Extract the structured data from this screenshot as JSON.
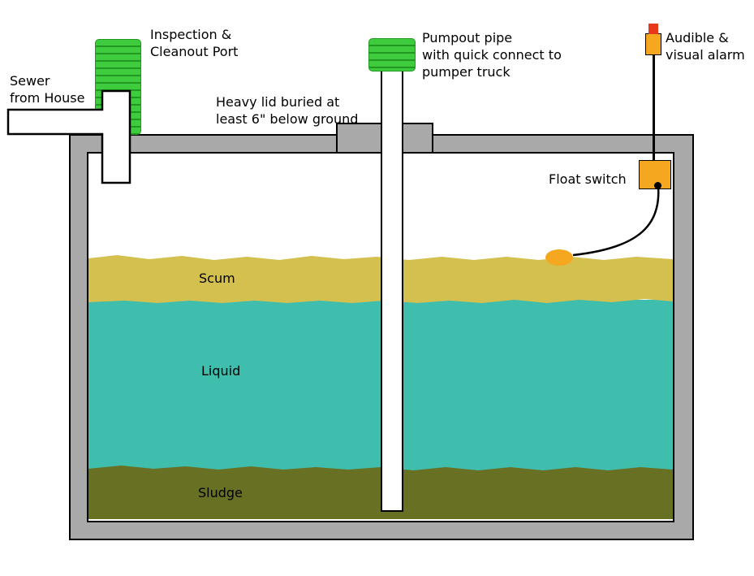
{
  "colors": {
    "tank-gray": "#a9a9a9",
    "outline": "#000000",
    "scum": "#d3c04f",
    "liquid": "#3fbdad",
    "sludge": "#687024",
    "pipe-green": "#3ecc3e",
    "pipe-green-dark": "#219921",
    "orange": "#f5a81f",
    "red": "#e8381a"
  },
  "labels": {
    "sewer": "Sewer\nfrom House",
    "inspection_port": "Inspection &\nCleanout Port",
    "heavy_lid": "Heavy lid buried at\nleast 6\" below ground",
    "pumpout": "Pumpout pipe\nwith quick connect to\npumper truck",
    "alarm": "Audible &\nvisual alarm",
    "float_switch": "Float switch",
    "scum": "Scum",
    "liquid": "Liquid",
    "sludge": "Sludge"
  }
}
